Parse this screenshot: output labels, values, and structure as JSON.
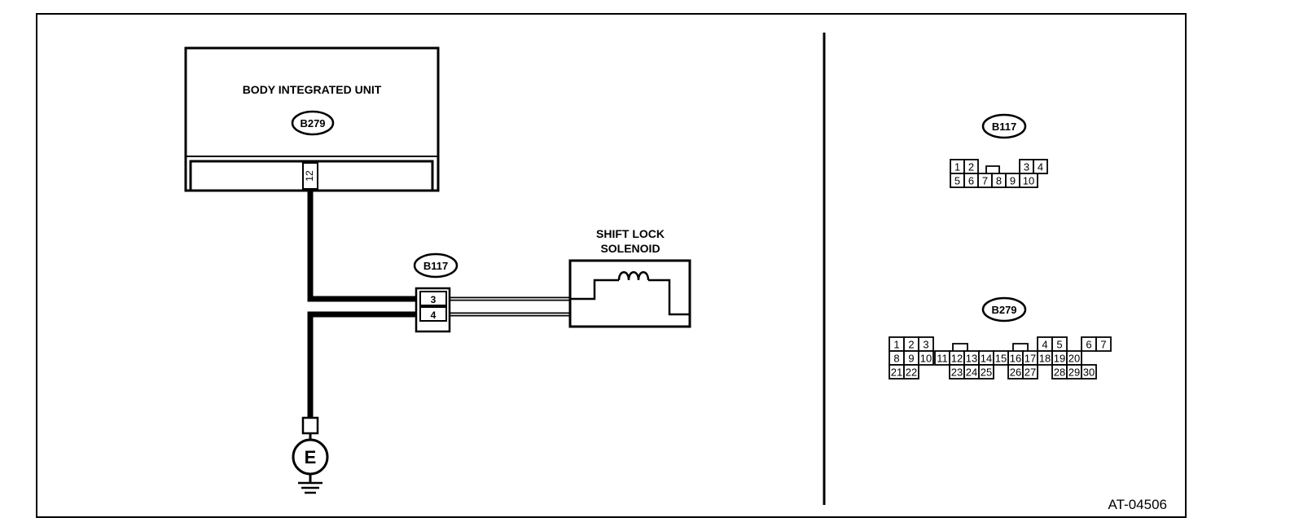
{
  "unit": {
    "title": "BODY INTEGRATED UNIT",
    "connector": "B279",
    "pin": "12"
  },
  "solenoid": {
    "line1": "SHIFT LOCK",
    "line2": "SOLENOID"
  },
  "joint_connector": {
    "id": "B117",
    "pin_upper": "3",
    "pin_lower": "4"
  },
  "ground": {
    "symbol": "E"
  },
  "pinout_b117": {
    "label": "B117",
    "row1": [
      "1",
      "2",
      "",
      "3",
      "4"
    ],
    "row2": [
      "5",
      "6",
      "7",
      "8",
      "9",
      "10"
    ]
  },
  "pinout_b279": {
    "label": "B279",
    "row1": [
      "1",
      "2",
      "3",
      "4",
      "5",
      "6",
      "7"
    ],
    "row2": [
      "8",
      "9",
      "10",
      "11",
      "12",
      "13",
      "14",
      "15",
      "16",
      "17",
      "18",
      "19",
      "20"
    ],
    "row3": [
      "21",
      "22",
      "23",
      "24",
      "25",
      "26",
      "27",
      "28",
      "29",
      "30"
    ]
  },
  "figure_id": "AT-04506"
}
